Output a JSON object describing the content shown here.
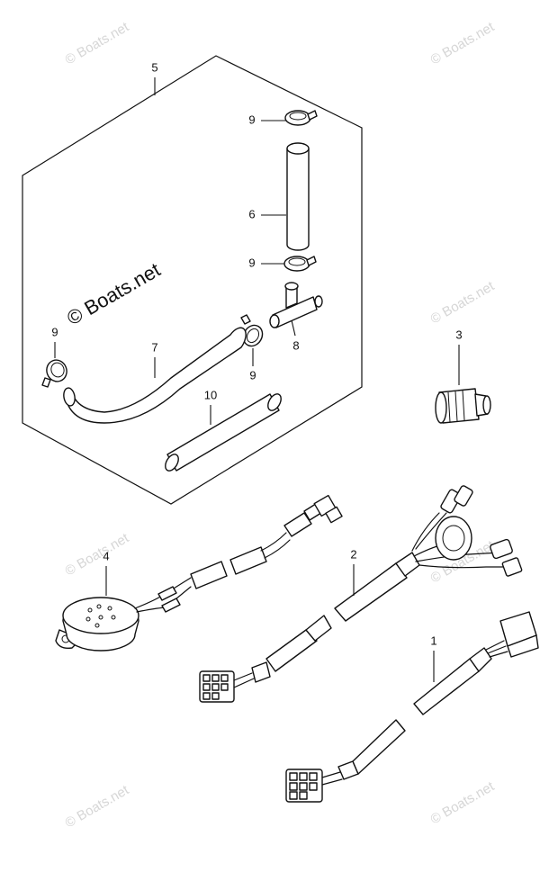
{
  "watermark": {
    "text": "© Boats.net"
  },
  "callouts": {
    "p1": "1",
    "p2": "2",
    "p3": "3",
    "p4": "4",
    "p5": "5",
    "p6": "6",
    "p7": "7",
    "p8": "8",
    "p9_top": "9",
    "p9_mid": "9",
    "p9_left": "9",
    "p9_low": "9",
    "p10": "10"
  }
}
